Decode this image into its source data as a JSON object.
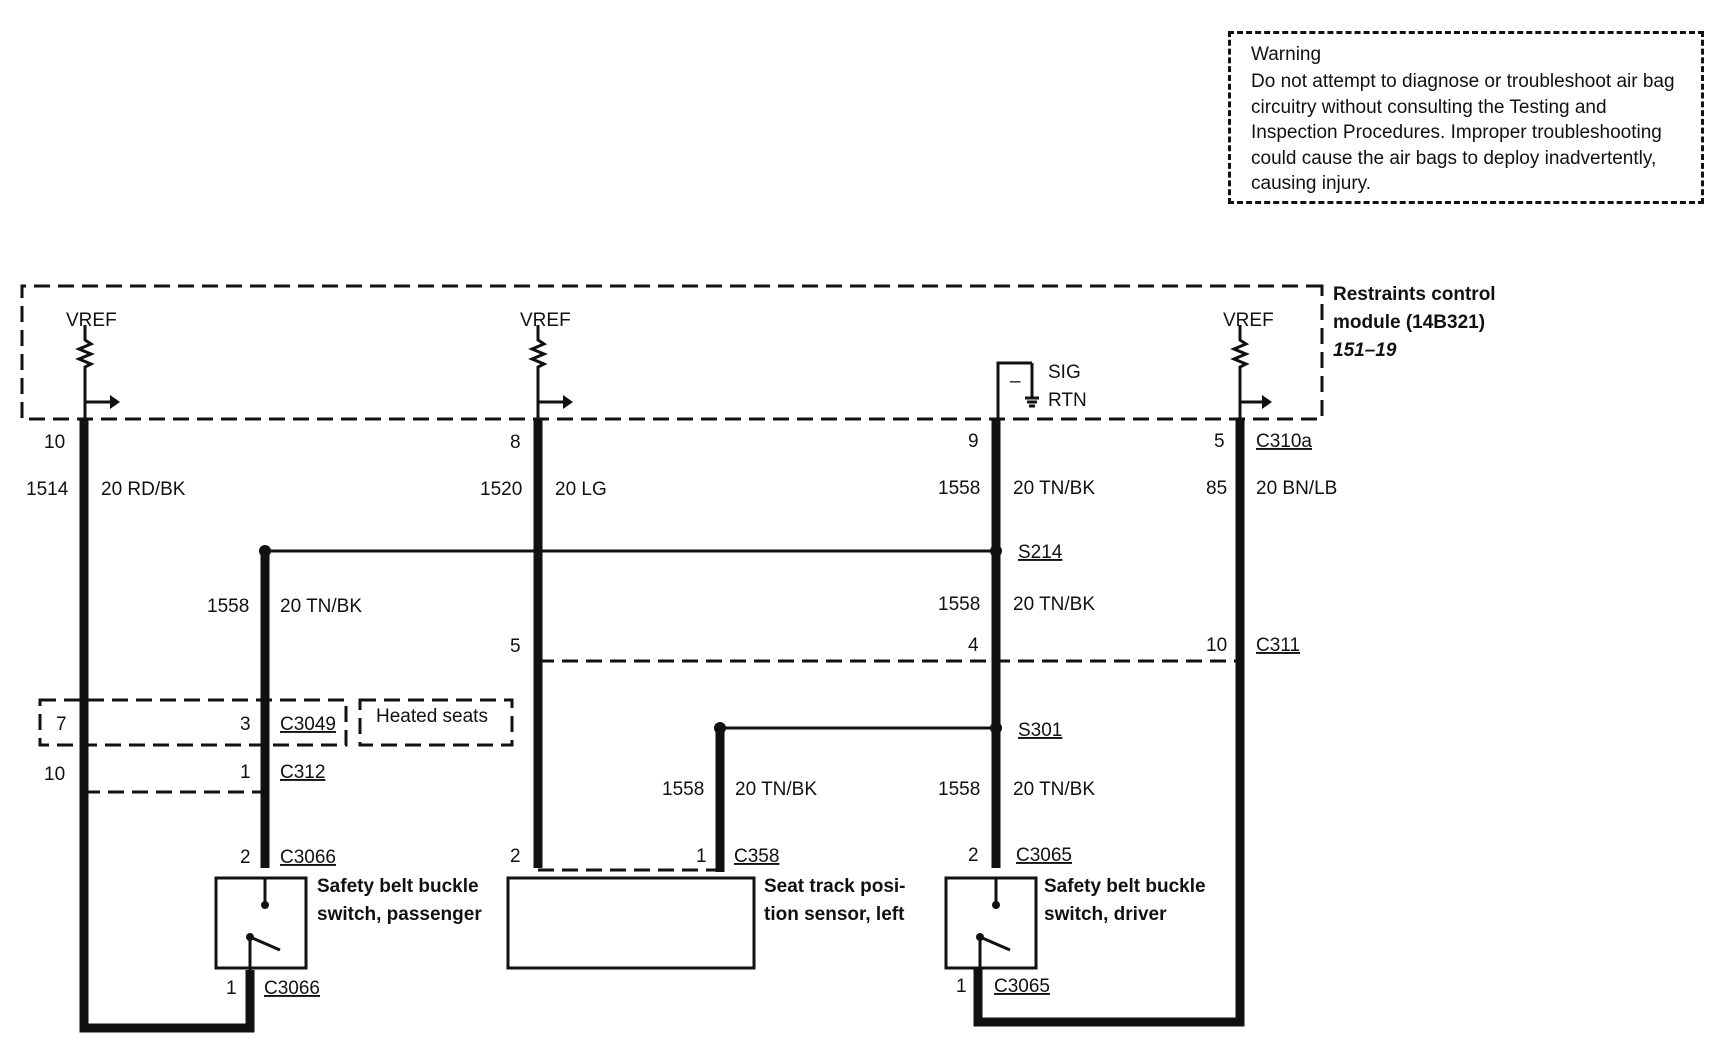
{
  "warning": {
    "title": "Warning",
    "text": "Do not attempt to diagnose or troubleshoot air bag circuitry without consulting the Testing and Inspection Procedures. Improper troubleshooting could cause the air bags to deploy inadvertently, causing injury."
  },
  "module": {
    "name_line1": "Restraints control",
    "name_line2": "module (14B321)",
    "page_ref": "151–19",
    "vref_labels": [
      "VREF",
      "VREF",
      "VREF"
    ],
    "sig_label": "SIG",
    "rtn_label": "RTN",
    "minus_label": "–",
    "connector": "C310a"
  },
  "pins_c310a": [
    "10",
    "8",
    "9",
    "5"
  ],
  "circuits_top": [
    {
      "circuit": "1514",
      "wire": "20 RD/BK"
    },
    {
      "circuit": "1520",
      "wire": "20 LG"
    },
    {
      "circuit": "1558",
      "wire": "20 TN/BK"
    },
    {
      "circuit": "85",
      "wire": "20 BN/LB"
    }
  ],
  "splices": {
    "s214": "S214",
    "s301": "S301"
  },
  "mid_circuits": {
    "passenger": {
      "circuit": "1558",
      "wire": "20 TN/BK"
    },
    "driver_upper": {
      "circuit": "1558",
      "wire": "20 TN/BK"
    },
    "seat_track": {
      "circuit": "1558",
      "wire": "20 TN/BK"
    },
    "driver_lower": {
      "circuit": "1558",
      "wire": "20 TN/BK"
    }
  },
  "c311": {
    "name": "C311",
    "pins": [
      "5",
      "4",
      "10"
    ]
  },
  "c3049": {
    "name": "C3049",
    "pins": [
      "7",
      "3"
    ],
    "note": "Heated seats"
  },
  "c312": {
    "name": "C312",
    "pins": [
      "10",
      "1"
    ]
  },
  "passenger_switch": {
    "top_pin": "2",
    "top_conn": "C3066",
    "bottom_pin": "1",
    "bottom_conn": "C3066",
    "label_line1": "Safety belt buckle",
    "label_line2": "switch, passenger"
  },
  "seat_sensor": {
    "pin_a": "2",
    "pin_b": "1",
    "conn": "C358",
    "label_line1": "Seat track posi-",
    "label_line2": "tion sensor, left"
  },
  "driver_switch": {
    "top_pin": "2",
    "top_conn": "C3065",
    "bottom_pin": "1",
    "bottom_conn": "C3065",
    "label_line1": "Safety belt buckle",
    "label_line2": "switch, driver"
  }
}
